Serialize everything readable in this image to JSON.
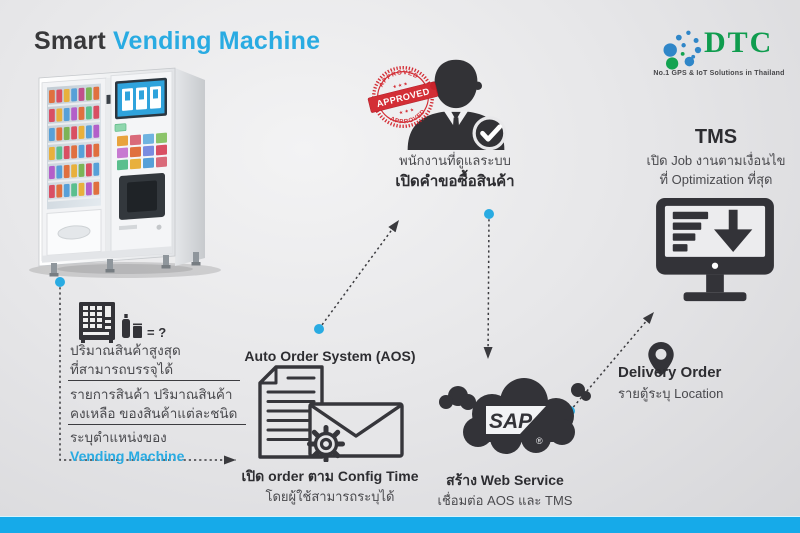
{
  "title": {
    "prefix": "Smart",
    "highlight": "Vending Machine"
  },
  "logo": {
    "name": "DTC",
    "tagline": "No.1 GPS & IoT Solutions in Thailand"
  },
  "info_box": {
    "equation": "= ?",
    "capacity_line1": "ปริมาณสินค้าสูงสุด",
    "capacity_line2": "ที่สามารถบรรจุได้",
    "stock_line1": "รายการสินค้า ปริมาณสินค้า",
    "stock_line2": "คงเหลือ ของสินค้าแต่ละชนิด",
    "location_line1": "ระบุตำแหน่งของ",
    "location_line2": "Vending Machine"
  },
  "approver": {
    "stamp": "APPROVED",
    "line1": "พนักงานที่ดูแลระบบ",
    "line2": "เปิดคำขอซื้อสินค้า"
  },
  "tms": {
    "title": "TMS",
    "line1": "เปิด Job งานตามเงื่อนไข",
    "line2": "ที่ Optimization ที่สุด"
  },
  "aos": {
    "title": "Auto Order System (AOS)",
    "line1": "เปิด order ตาม Config Time",
    "line2": "โดยผู้ใช้สามารถระบุได้"
  },
  "sap": {
    "logo": "SAP",
    "reg": "®",
    "line1": "สร้าง Web Service",
    "line2": "เชื่อมต่อ AOS และ TMS"
  },
  "delivery": {
    "title": "Delivery Order",
    "line1": "รายตู้ระบุ Location"
  },
  "colors": {
    "accent_blue": "#29abe2",
    "dark": "#333338",
    "stamp_red": "#d2242c",
    "logo_green": "#0f9c4e",
    "bottom_bar": "#16aae9"
  }
}
